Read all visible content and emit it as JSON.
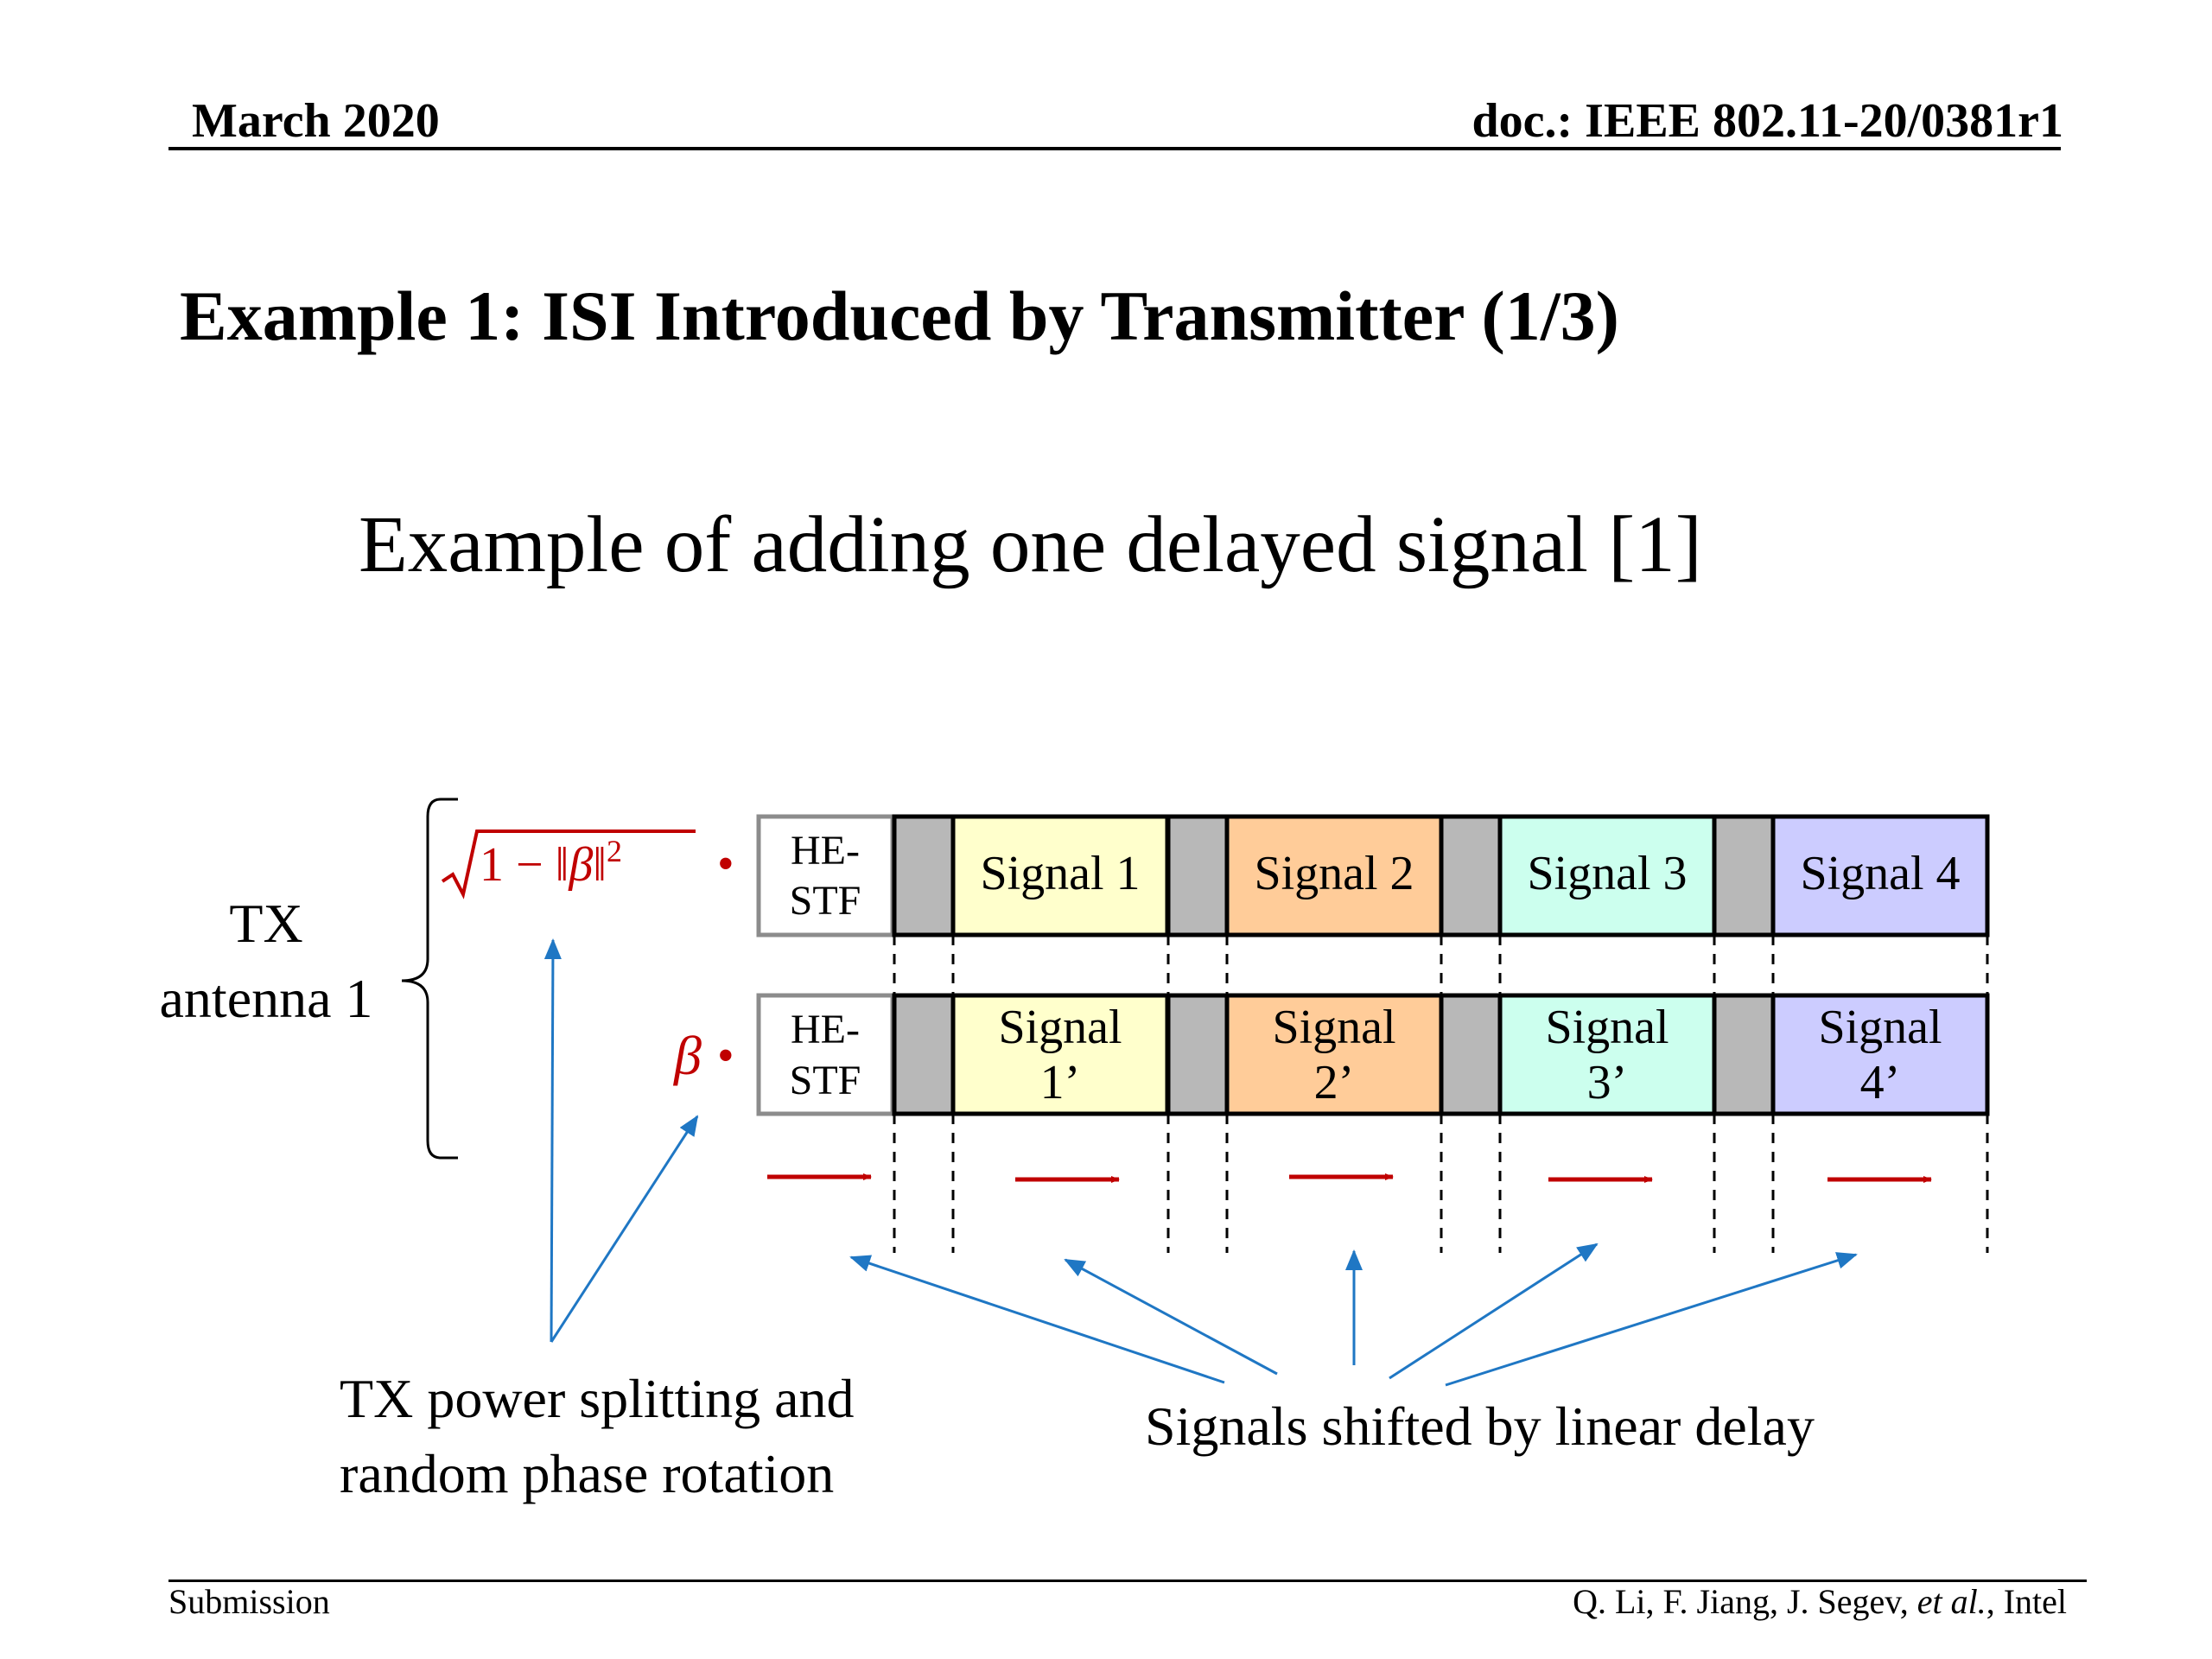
{
  "header": {
    "date": "March 2020",
    "doc_id": "doc.: IEEE 802.11-20/0381r1"
  },
  "slide": {
    "title": "Example 1:  ISI Introduced by Transmitter (1/3)",
    "subtitle": "Example of adding one delayed signal [1]"
  },
  "diagram": {
    "antenna_label": [
      "TX",
      "antenna 1"
    ],
    "coef_top": "√1 − ‖β‖²",
    "coef_bottom": "β",
    "dot": "•",
    "row1_stf": [
      "HE-",
      "STF"
    ],
    "row2_stf": [
      "HE-",
      "STF"
    ],
    "row1_signals": [
      {
        "label": "Signal 1",
        "color": "#ffffcc"
      },
      {
        "label": "Signal 2",
        "color": "#ffcc99"
      },
      {
        "label": "Signal 3",
        "color": "#ccffee"
      },
      {
        "label": "Signal 4",
        "color": "#ccccff"
      }
    ],
    "row2_signals": [
      {
        "lines": [
          "Signal",
          "1’"
        ],
        "color": "#ffffcc"
      },
      {
        "lines": [
          "Signal",
          "2’"
        ],
        "color": "#ffcc99"
      },
      {
        "lines": [
          "Signal",
          "3’"
        ],
        "color": "#ccffee"
      },
      {
        "lines": [
          "Signal",
          "4’"
        ],
        "color": "#ccccff"
      }
    ],
    "gi_color": "#b8b8b8",
    "coef_color": "#c00000",
    "delay_arrow_color": "#c00000",
    "callout_color": "#1f77c4",
    "label_power": [
      "TX power splitting and",
      "random phase rotation"
    ],
    "label_delay": "Signals shifted by linear delay"
  },
  "footer": {
    "left": "Submission",
    "right_prefix": "Q. Li, F. Jiang, J. Segev, ",
    "right_italic": "et al.",
    "right_suffix": ", Intel"
  }
}
